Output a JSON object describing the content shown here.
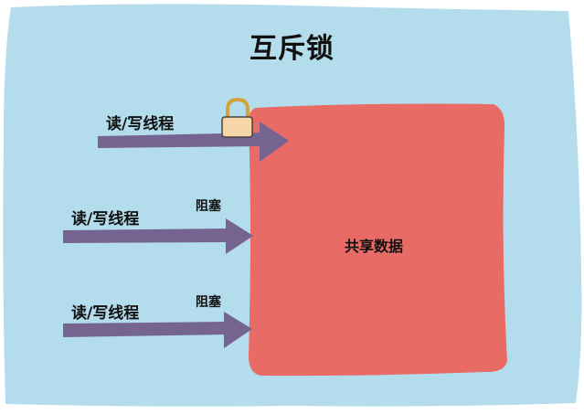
{
  "diagram": {
    "title": "互斥锁",
    "shared_data_label": "共享数据",
    "threads": [
      {
        "label": "读/写线程",
        "state": "",
        "has_lock": true
      },
      {
        "label": "读/写线程",
        "state": "阻塞",
        "has_lock": false
      },
      {
        "label": "读/写线程",
        "state": "阻塞",
        "has_lock": false
      }
    ],
    "colors": {
      "background": "#b3dcec",
      "shared_box": "#e96b66",
      "arrow": "#766490",
      "lock_body": "#f7d6a8",
      "lock_shackle": "#d4a23a"
    }
  }
}
